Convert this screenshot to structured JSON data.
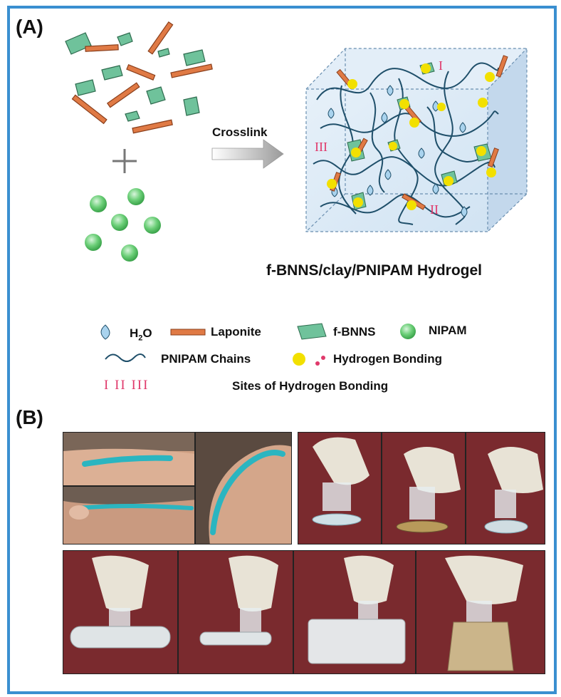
{
  "panel_a": {
    "label": "(A)",
    "arrow_label": "Crosslink",
    "hydrogel_title": "f-BNNS/clay/PNIPAM Hydrogel",
    "site_labels": [
      "I",
      "II",
      "III"
    ]
  },
  "legend": {
    "h2o": "H",
    "h2o_sub": "2",
    "h2o_tail": "O",
    "laponite": "Laponite",
    "fbnns": "f-BNNS",
    "nipam": "NIPAM",
    "chains": "PNIPAM Chains",
    "hbond": "Hydrogen Bonding",
    "sites_numerals": "I  II  III",
    "sites": "Sites of Hydrogen Bonding"
  },
  "panel_b": {
    "label": "(B)"
  },
  "colors": {
    "frame": "#3a8fd0",
    "laponite": "#e07a45",
    "fbnns": "#6fc29b",
    "nipam": "#5cc46a",
    "water": "#8fc4e8",
    "hbond": "#f2e000",
    "numerals": "#e0396b",
    "gel": "#2bb5c0"
  }
}
